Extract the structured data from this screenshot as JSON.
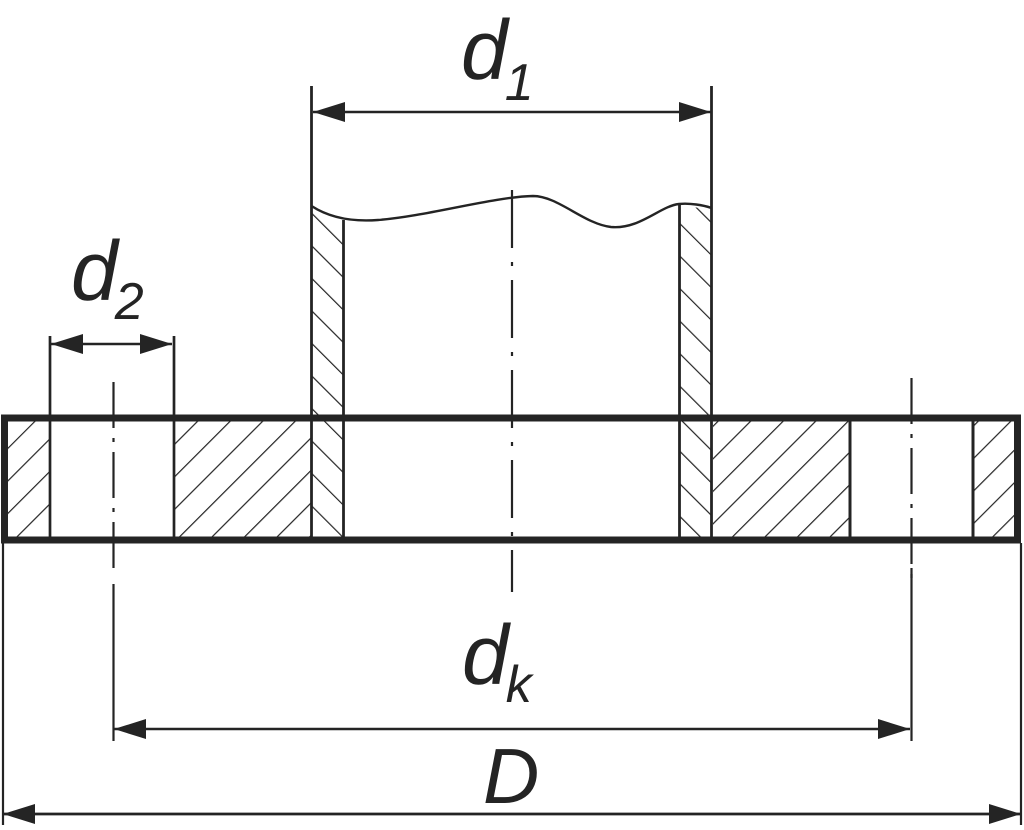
{
  "figure": {
    "kind": "engineering-section-drawing",
    "subject": "plate flange with pipe cross-section and diameter dimensions",
    "background_color": "#ffffff",
    "line_color": "#242424"
  },
  "labels": {
    "d1": {
      "base": "d",
      "sub": "1"
    },
    "d2": {
      "base": "d",
      "sub": "2"
    },
    "dk": {
      "base": "d",
      "sub": "k"
    },
    "D": {
      "base": "D",
      "sub": ""
    }
  }
}
